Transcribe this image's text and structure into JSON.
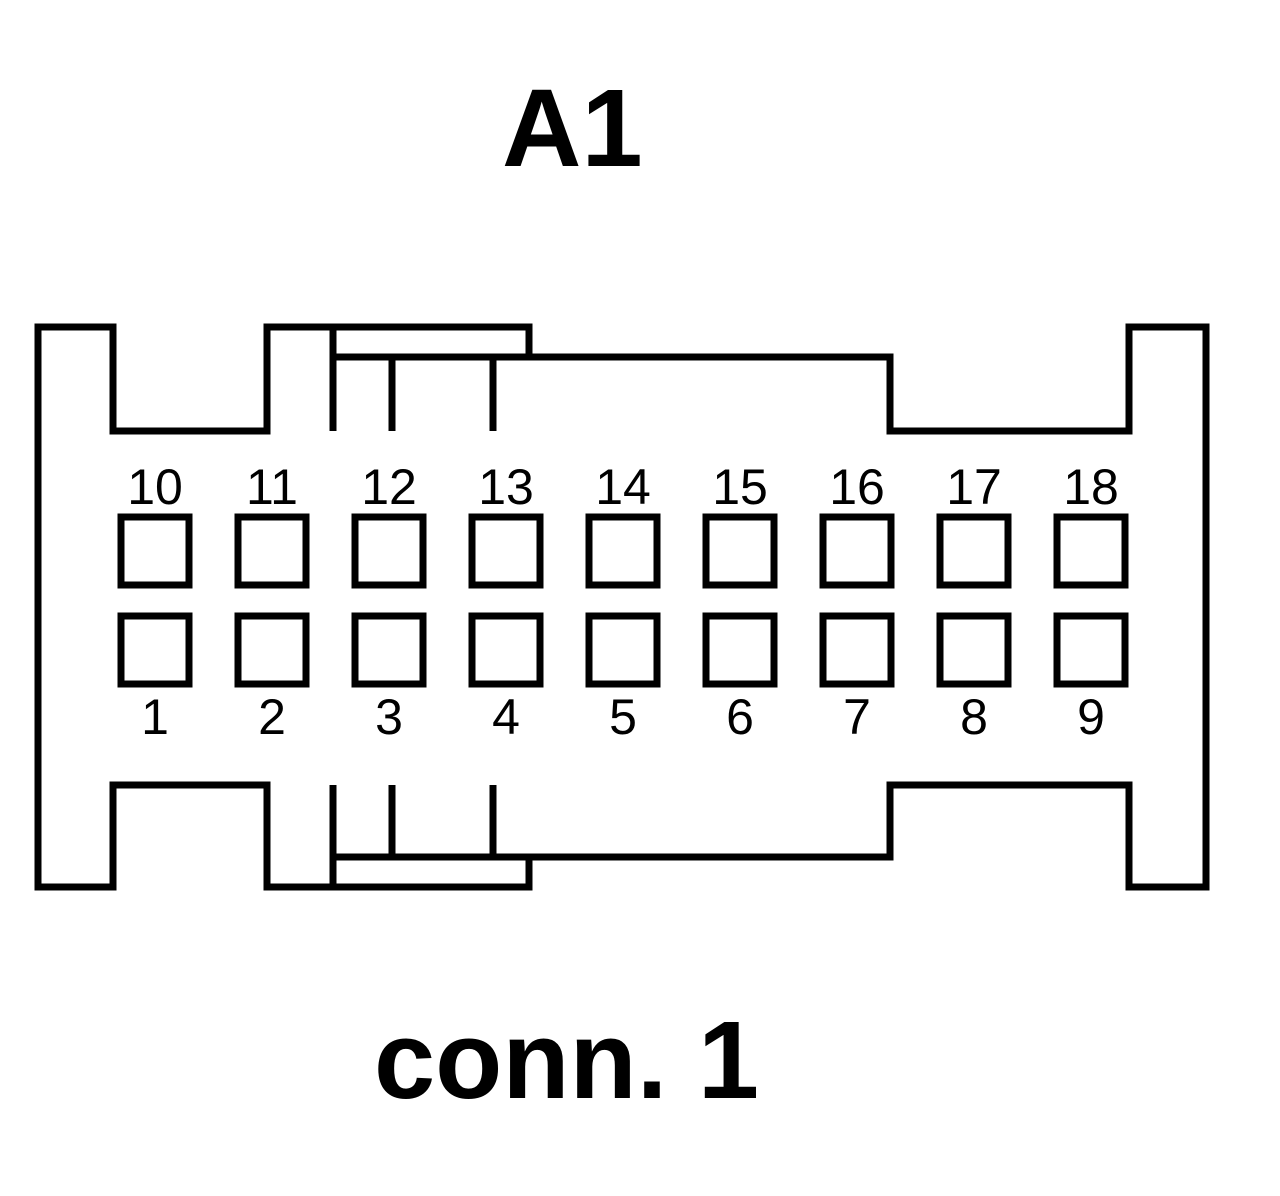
{
  "diagram": {
    "title": "A1",
    "caption": "conn. 1",
    "stroke_color": "#000000",
    "background_color": "#ffffff",
    "pins": {
      "top_row": [
        "10",
        "11",
        "12",
        "13",
        "14",
        "15",
        "16",
        "17",
        "18"
      ],
      "bottom_row": [
        "1",
        "2",
        "3",
        "4",
        "5",
        "6",
        "7",
        "8",
        "9"
      ]
    }
  }
}
